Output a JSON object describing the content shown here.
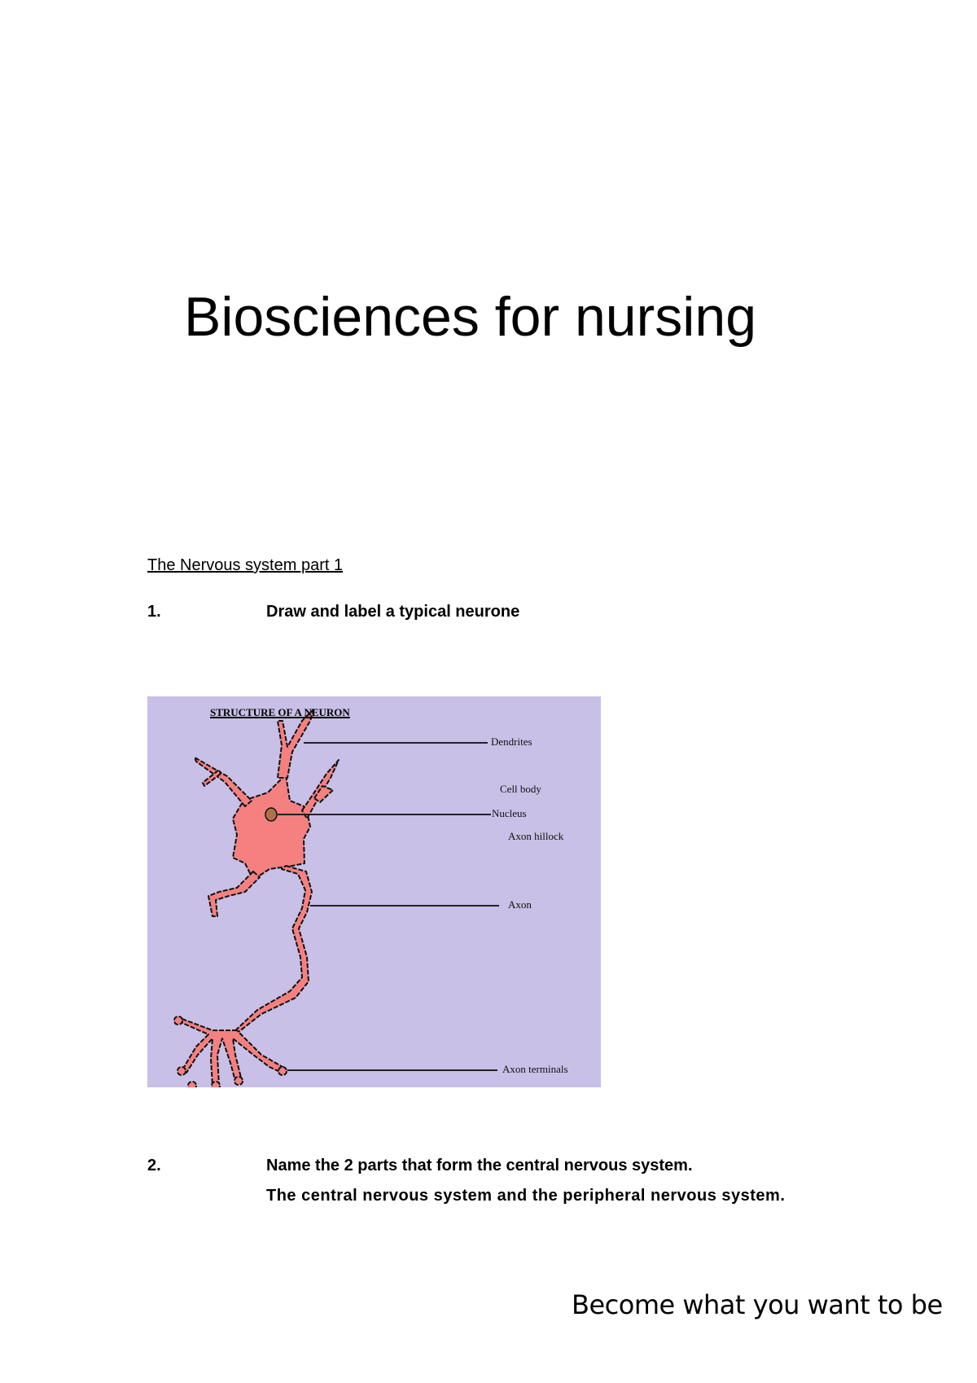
{
  "document": {
    "title": "Biosciences for nursing",
    "section_heading": "The Nervous system part 1",
    "questions": [
      {
        "number": "1.",
        "text": "Draw and label a typical neurone"
      },
      {
        "number": "2.",
        "text": "Name the 2 parts that form the central nervous system.",
        "answer": "The central nervous system and the peripheral nervous system."
      }
    ],
    "figure": {
      "title": "STRUCTURE OF A NEURON",
      "background_color": "#c8c0e6",
      "cell_color": "#f58080",
      "nucleus_color": "#b0704a",
      "labels": {
        "dendrites": "Dendrites",
        "cell_body": "Cell body",
        "nucleus": "Nucleus",
        "axon_hillock": "Axon hillock",
        "axon": "Axon",
        "axon_terminals": "Axon terminals"
      }
    },
    "footer": "Become what you want to be"
  }
}
